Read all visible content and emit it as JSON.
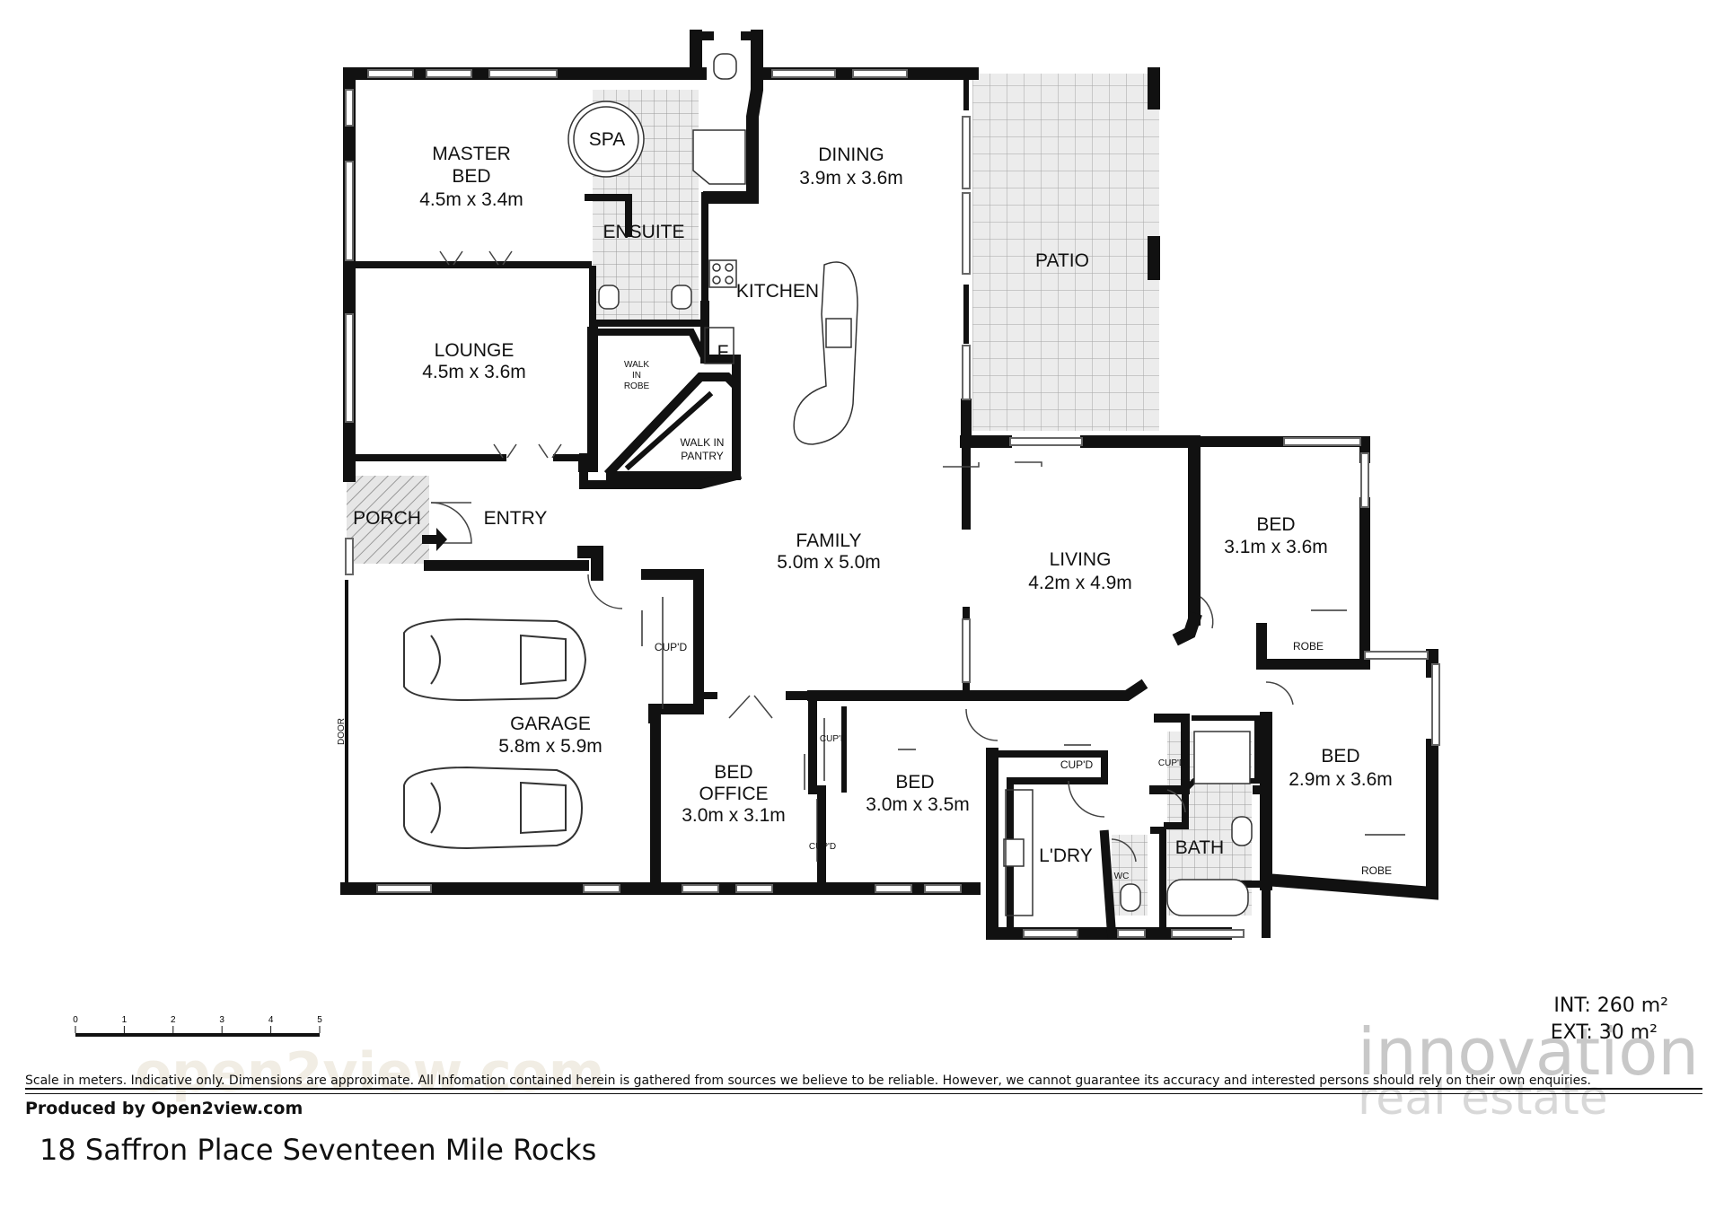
{
  "rooms": {
    "master_bed": {
      "name_line1": "MASTER",
      "name_line2": "BED",
      "size": "4.5m x 3.4m"
    },
    "spa": {
      "name": "SPA"
    },
    "ensuite": {
      "name": "ENSUITE"
    },
    "dining": {
      "name": "DINING",
      "size": "3.9m x 3.6m"
    },
    "kitchen": {
      "name": "KITCHEN"
    },
    "fridge": {
      "name": "F"
    },
    "patio": {
      "name": "PATIO"
    },
    "lounge": {
      "name": "LOUNGE",
      "size": "4.5m x 3.6m"
    },
    "walk_in_robe": {
      "line1": "WALK",
      "line2": "IN",
      "line3": "ROBE"
    },
    "walk_in_pantry": {
      "line1": "WALK IN",
      "line2": "PANTRY"
    },
    "porch": {
      "name": "PORCH"
    },
    "entry": {
      "name": "ENTRY"
    },
    "family": {
      "name": "FAMILY",
      "size": "5.0m x 5.0m"
    },
    "living": {
      "name": "LIVING",
      "size": "4.2m x 4.9m"
    },
    "bed_1": {
      "name": "BED",
      "size": "3.1m x 3.6m",
      "robe": "ROBE"
    },
    "garage": {
      "name": "GARAGE",
      "size": "5.8m x 5.9m",
      "door": "DOOR"
    },
    "garage_cupd": {
      "name": "CUP'D"
    },
    "bed_office": {
      "name_line1": "BED",
      "name_line2": "OFFICE",
      "size": "3.0m x 3.1m"
    },
    "bed_2": {
      "name": "BED",
      "size": "3.0m x 3.5m",
      "cupd_top": "CUP'D",
      "cupd_bottom": "CUP'D"
    },
    "laundry": {
      "name": "L'DRY",
      "cupd": "CUP'D"
    },
    "wc": {
      "name": "WC"
    },
    "bath": {
      "name": "BATH",
      "cupd": "CUP'D"
    },
    "bed_3": {
      "name": "BED",
      "size": "2.9m x 3.6m",
      "robe": "ROBE"
    }
  },
  "scale_bar": {
    "ticks": [
      "0",
      "1",
      "2",
      "3",
      "4",
      "5"
    ],
    "unit": "meters"
  },
  "areas": {
    "int": "INT: 260 m²",
    "ext": "EXT: 30 m²"
  },
  "footer": {
    "disclaimer": "Scale in meters. Indicative only. Dimensions are approximate. All Infomation contained herein is gathered from sources we believe to be reliable. However, we cannot guarantee its accuracy and interested persons should rely on their own enquiries.",
    "producer": "Produced by Open2view.com",
    "address": "18 Saffron Place Seventeen Mile Rocks"
  },
  "watermarks": {
    "brand_line1": "innovation",
    "brand_line2": "real estate",
    "site": "open2view.com"
  },
  "colors": {
    "wall": "#111111",
    "tile_grid": "#aaaaaa",
    "patio_bg": "#e9e9e9",
    "porch_hatch": "#999999"
  }
}
